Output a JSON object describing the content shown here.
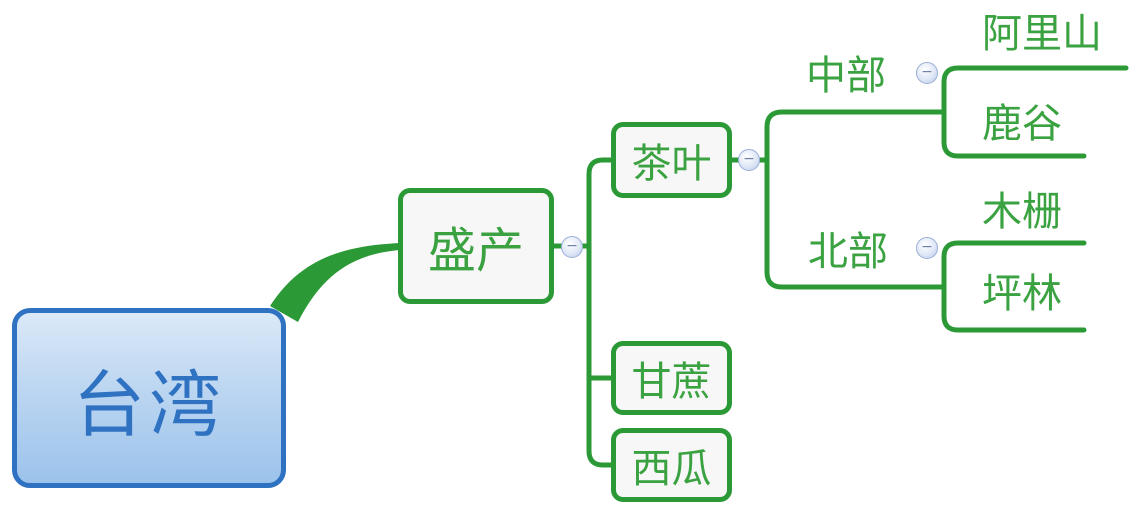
{
  "root": {
    "label": "台湾"
  },
  "nodes": {
    "shengchan": "盛产",
    "chaye": "茶叶",
    "ganzhe": "甘蔗",
    "xigua": "西瓜",
    "zhongbu": "中部",
    "beibu": "北部",
    "alishan": "阿里山",
    "lugu": "鹿谷",
    "muzha": "木栅",
    "pinglin": "坪林"
  },
  "toggle_symbol": "−",
  "colors": {
    "branch": "#2b9a36",
    "text_green": "#3aa240",
    "root_border": "#2f72c2",
    "root_text": "#2f72c2"
  }
}
